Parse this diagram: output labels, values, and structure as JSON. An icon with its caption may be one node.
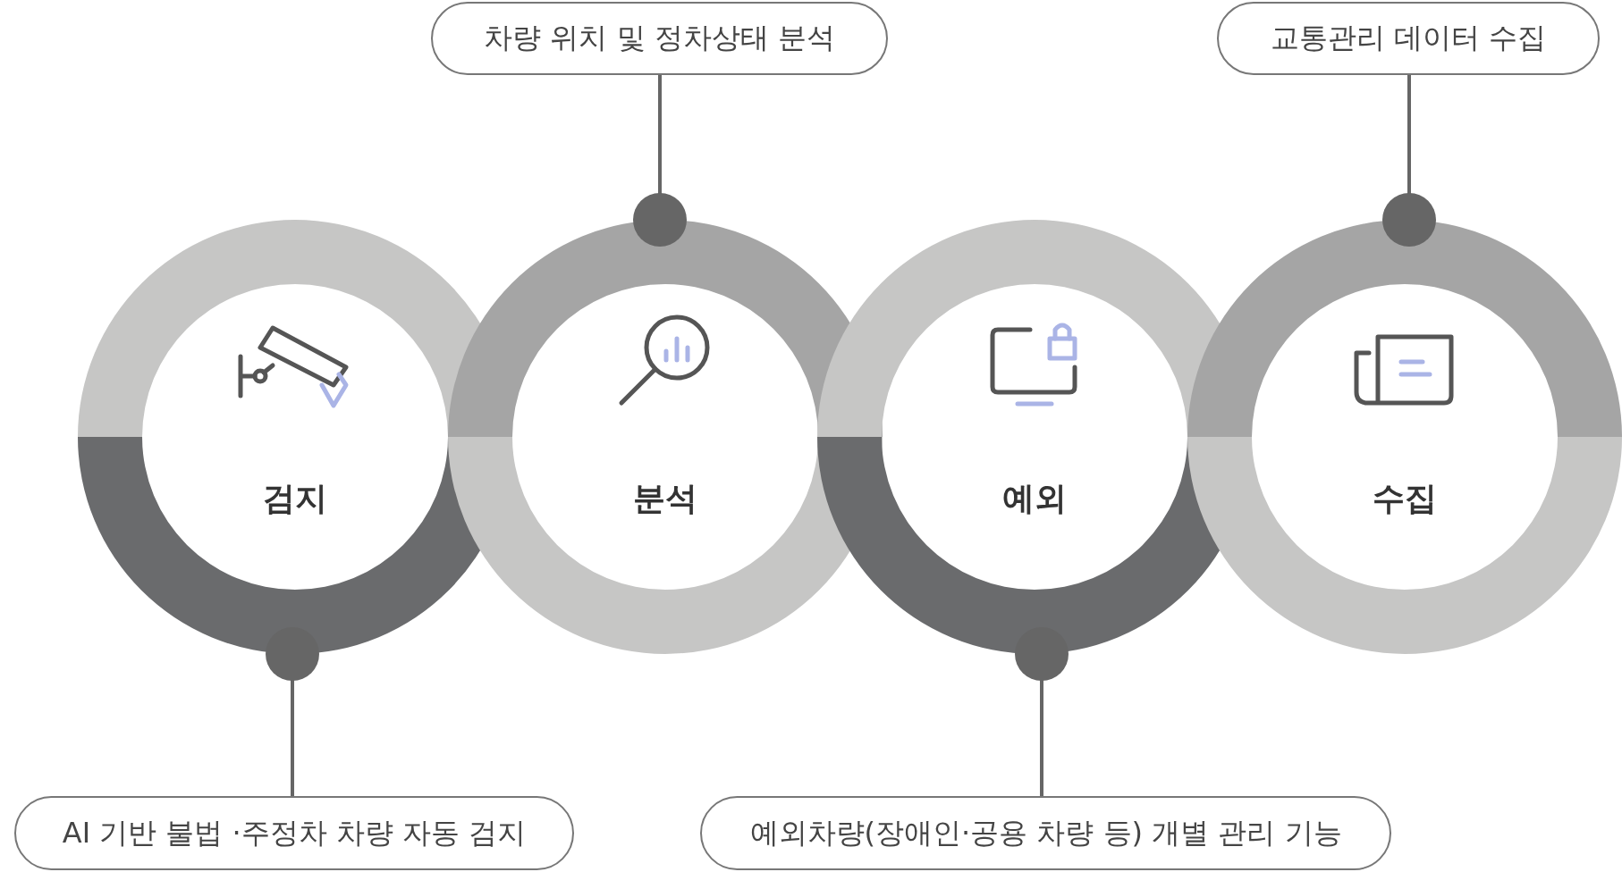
{
  "diagram": {
    "nodes": [
      {
        "text": [
          "차량 위치 및 정차상태 분석"
        ]
      },
      {
        "text": [
          "교통관리 데이터 수집"
        ]
      },
      {
        "text": [
          "검지"
        ]
      },
      {
        "text": [
          "분석"
        ]
      },
      {
        "text": [
          "예외"
        ]
      },
      {
        "text": [
          "수집"
        ]
      },
      {
        "text": [
          "AI 기반 불법 ·주정차 차량 자동 검지"
        ]
      },
      {
        "text": [
          "예외차량(장애인·공용 차량 등) 개별 관리 기능"
        ]
      }
    ],
    "edges": [
      {
        "from": 0,
        "to": 3,
        "arrow": "other"
      },
      {
        "from": 1,
        "to": 5,
        "arrow": "other"
      },
      {
        "from": 6,
        "to": 2,
        "arrow": "other"
      },
      {
        "from": 7,
        "to": 4,
        "arrow": "other"
      }
    ]
  }
}
